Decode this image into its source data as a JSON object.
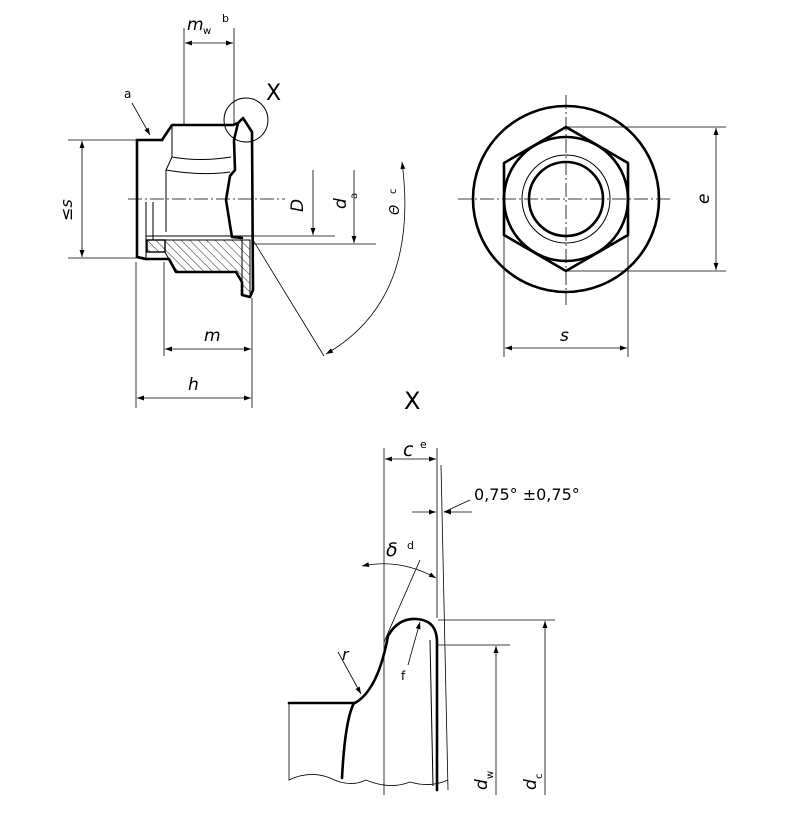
{
  "labels": {
    "mw": "m",
    "mw_sub": "w",
    "mw_sup": "b",
    "a": "a",
    "X_detail_ref": "X",
    "s_le": "≤s",
    "D": "D",
    "da": "d",
    "da_sub": "a",
    "theta": "Θ",
    "theta_sup": "c",
    "e": "e",
    "s": "s",
    "m": "m",
    "h": "h",
    "X_title": "X",
    "c": "c",
    "c_sup": "e",
    "angle_tol": "0,75° ±0,75°",
    "delta": "δ",
    "delta_sup": "d",
    "r": "r",
    "f": "f",
    "dw": "d",
    "dw_sub": "w",
    "dc": "d",
    "dc_sub": "c"
  }
}
